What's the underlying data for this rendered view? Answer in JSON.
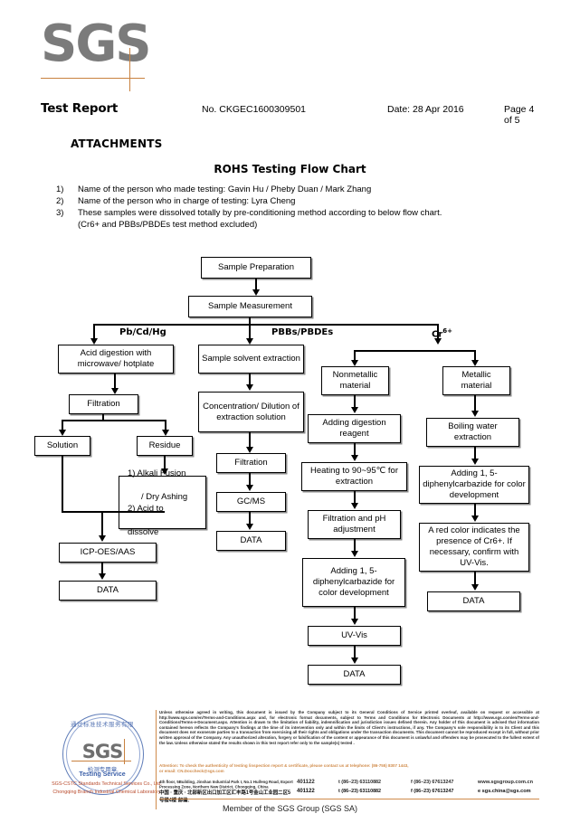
{
  "header": {
    "logo_text": "SGS",
    "report_title": "Test Report",
    "report_no": "No. CKGEC1600309501",
    "date": "Date: 28 Apr 2016",
    "page": "Page 4 of 5",
    "attachments_label": "ATTACHMENTS"
  },
  "flow_title": "ROHS Testing Flow Chart",
  "notes": [
    {
      "idx": "1)",
      "text": "Name of the person who made testing: Gavin Hu / Pheby Duan / Mark Zhang"
    },
    {
      "idx": "2)",
      "text": "Name of the person who in charge of testing: Lyra Cheng"
    },
    {
      "idx": "3)",
      "text": "These samples were dissolved totally by pre-conditioning method according to below flow chart.",
      "sub": "(Cr6+ and PBBs/PBDEs test method excluded)"
    }
  ],
  "chart_data": {
    "type": "diagram",
    "title": "ROHS Testing Flow Chart",
    "branch_labels": [
      "Pb/Cd/Hg",
      "PBBs/PBDEs",
      "Cr",
      "6+"
    ],
    "nodes": {
      "sample_preparation": "Sample Preparation",
      "sample_measurement": "Sample Measurement",
      "acid_digestion": "Acid digestion with microwave/ hotplate",
      "filtration_1": "Filtration",
      "solution": "Solution",
      "residue": "Residue",
      "alkali": "1) Alkali Fusion / Dry Ashing 2) Acid to dissolve",
      "alkali_l1": "1) Alkali Fusion",
      "alkali_l2": "/ Dry Ashing",
      "alkali_l3": "2) Acid to",
      "alkali_l4": "dissolve",
      "icp": "ICP-OES/AAS",
      "data_1": "DATA",
      "sample_solvent": "Sample solvent extraction",
      "concentration": "Concentration/ Dilution of extraction solution",
      "filtration_2": "Filtration",
      "gcms": "GC/MS",
      "data_2": "DATA",
      "nonmetallic": "Nonmetallic material",
      "adding_digestion": "Adding digestion reagent",
      "heating": "Heating to 90~95℃ for extraction",
      "filtration_ph": "Filtration and pH adjustment",
      "adding_dpc_1": "Adding 1, 5-diphenylcarbazide for color development",
      "uvvis": "UV-Vis",
      "data_3": "DATA",
      "metallic": "Metallic material",
      "boiling": "Boiling water extraction",
      "adding_dpc_2": "Adding 1, 5-diphenylcarbazide for color development",
      "red_color": "A red color indicates the presence of Cr6+. If necessary, confirm with UV-Vis.",
      "data_4": "DATA"
    }
  },
  "footer": {
    "legal": "Unless otherwise agreed in writing, this document is issued by the Company subject to its General Conditions of Service printed overleaf, available on request or accessible at http://www.sgs.com/en/Terms-and-Conditions.aspx and, for electronic format documents, subject to Terms and Conditions for Electronic Documents at http://www.sgs.com/en/Terms-and-Conditions/Terms-e-Document.aspx. Attention is drawn to the limitation of liability, indemnification and jurisdiction issues defined therein. Any holder of this document is advised that information contained hereon reflects the Company's findings at the time of its intervention only and within the limits of Client's instructions, if any. The Company's sole responsibility is to its Client and this document does not exonerate parties to a transaction from exercising all their rights and obligations under the transaction documents. This document cannot be reproduced except in full, without prior written approval of the Company. Any unauthorized alteration, forgery or falsification of the content or appearance of this document is unlawful and offenders may be prosecuted to the fullest extent of the law. Unless otherwise stated the results shown in this test report refer only to the sample(s) tested .",
    "attention_line1": "Attention: To check the authenticity of testing /inspection report & certificate, please contact us at telephone: (86-755) 8307 1443,",
    "attention_line2": "or email: CN.Doccheck@sgs.com",
    "address_en": "4th floor, 5Building, Jinshan Industrial Park I, No.1 Huifeng Road, Export Processing Zone, Northern New District, Chongqing, China",
    "address_cn": "中国 · 重庆 · 北部新区出口加工区汇丰路1号金山工业园二区5号楼4楼  邮编:",
    "zip": "401122",
    "tel": "t (86–23) 63110882",
    "fax": "f (86–23) 67613247",
    "web": "www.sgsgroup.com.cn",
    "email": "e sgs.china@sgs.com",
    "member": "Member of the SGS Group (SGS SA)"
  },
  "stamp": {
    "arc_text": "通过标准技术服务有限",
    "logo": "SGS",
    "cn_label": "检测专用章",
    "en_label": "Testing Service",
    "org_line1": "SGS-CSTC Standards Technical Services Co., Ltd.",
    "org_line2": "Chongqing Branch Industrial Chemical Laboratory"
  },
  "colors": {
    "accent_orange": "#d08b4a",
    "logo_gray": "#7b7b7b",
    "stamp_blue": "#3b5fa8",
    "stamp_red": "#b8492a"
  }
}
